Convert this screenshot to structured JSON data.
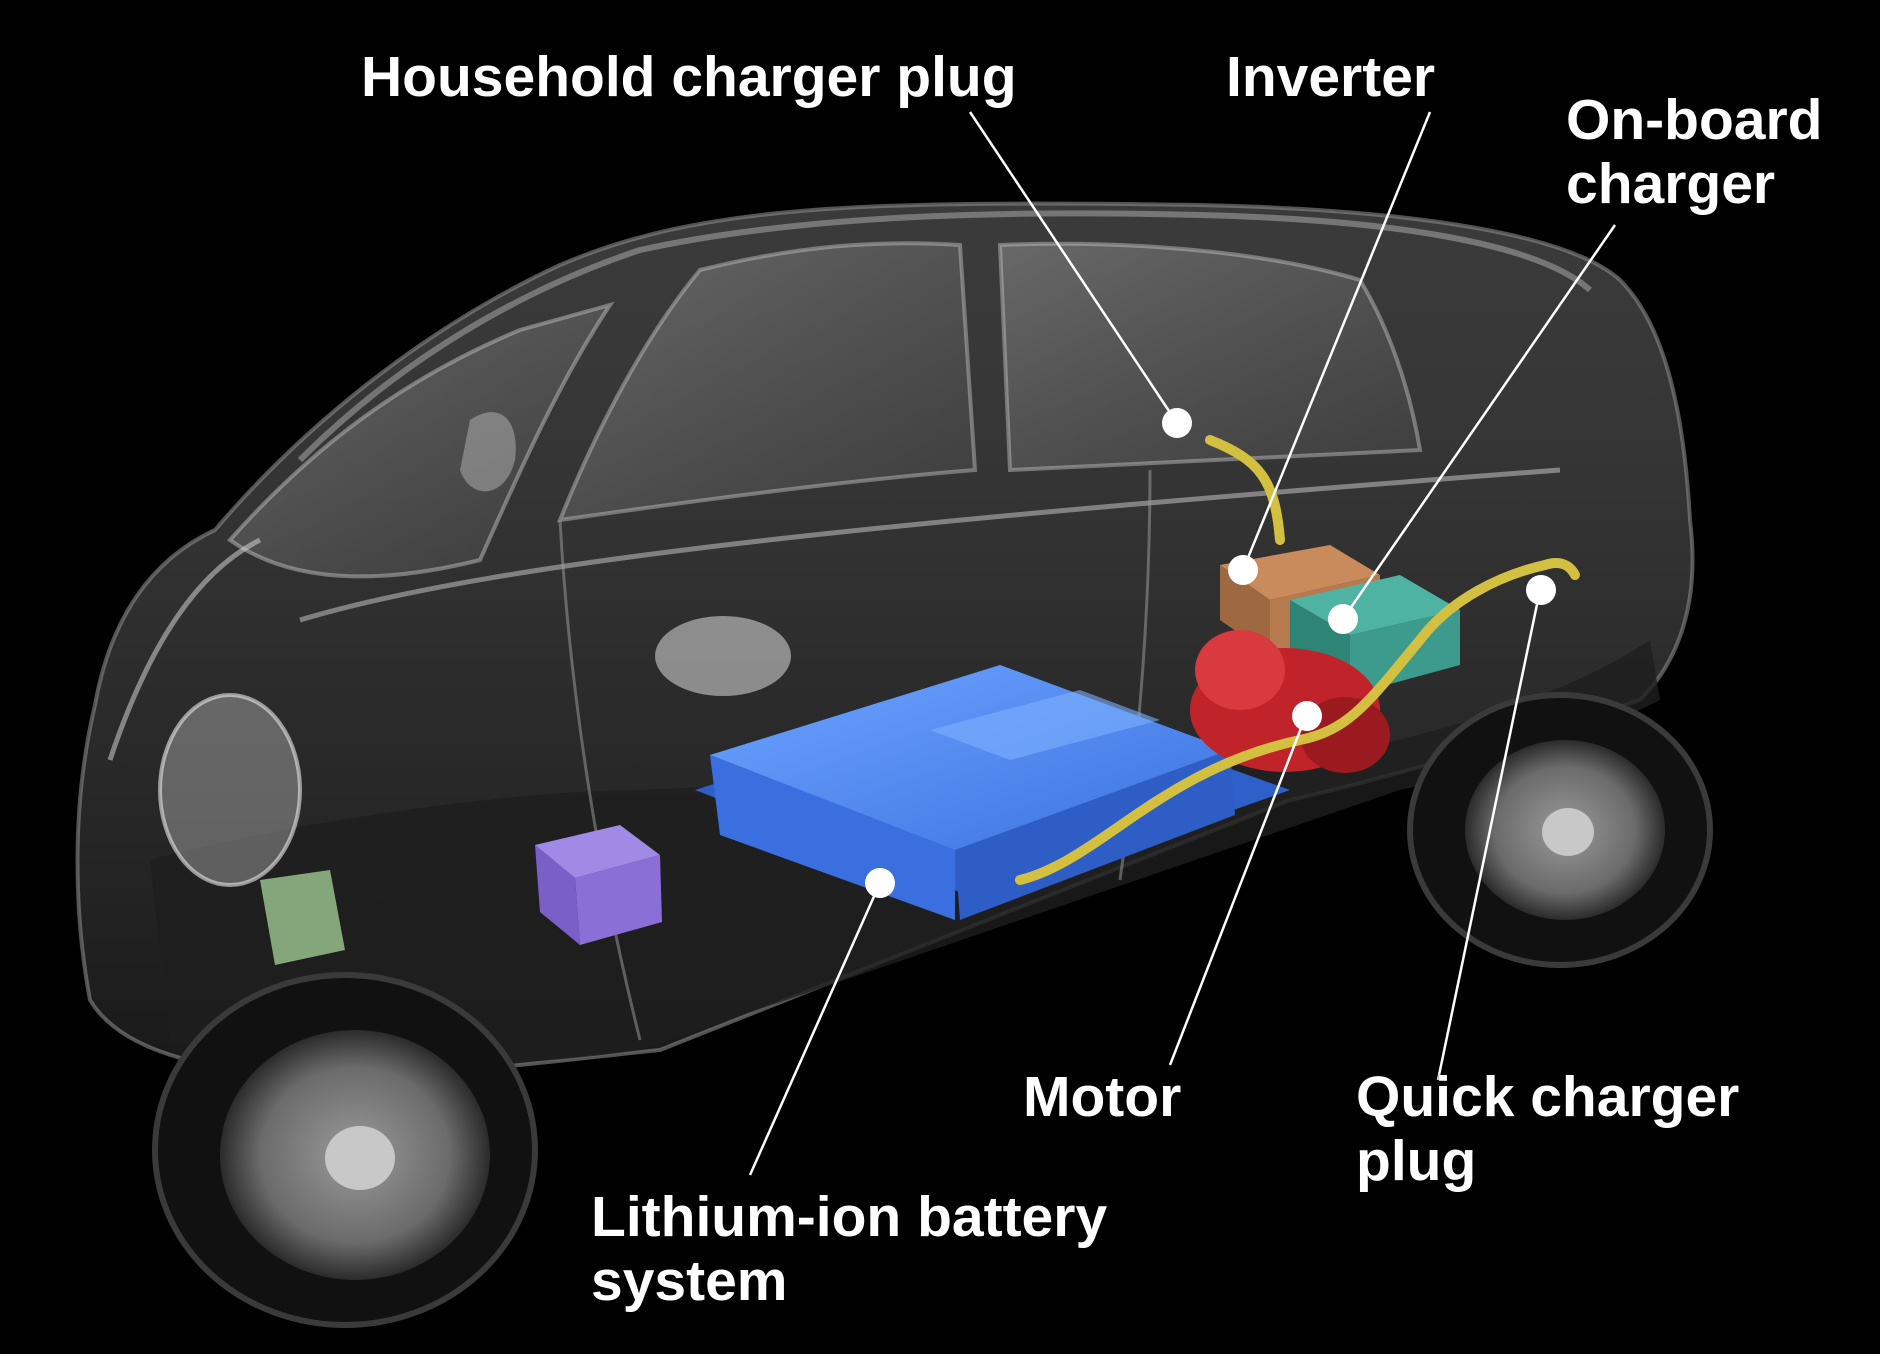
{
  "labels": {
    "household_charger_plug": "Household charger plug",
    "inverter": "Inverter",
    "on_board_charger": [
      "On-board",
      "charger"
    ],
    "motor": "Motor",
    "quick_charger_plug": [
      "Quick charger",
      "plug"
    ],
    "battery": [
      "Lithium-ion battery",
      "system"
    ]
  },
  "colors": {
    "background": "#000000",
    "battery": "#3f7de8",
    "inverter": "#b77a4f",
    "on_board_charger": "#3c9b8c",
    "motor": "#c0242a",
    "cable": "#d4c040",
    "purple_box": "#8a6fd6",
    "green_box": "#a8d49a",
    "callout": "#ffffff"
  }
}
